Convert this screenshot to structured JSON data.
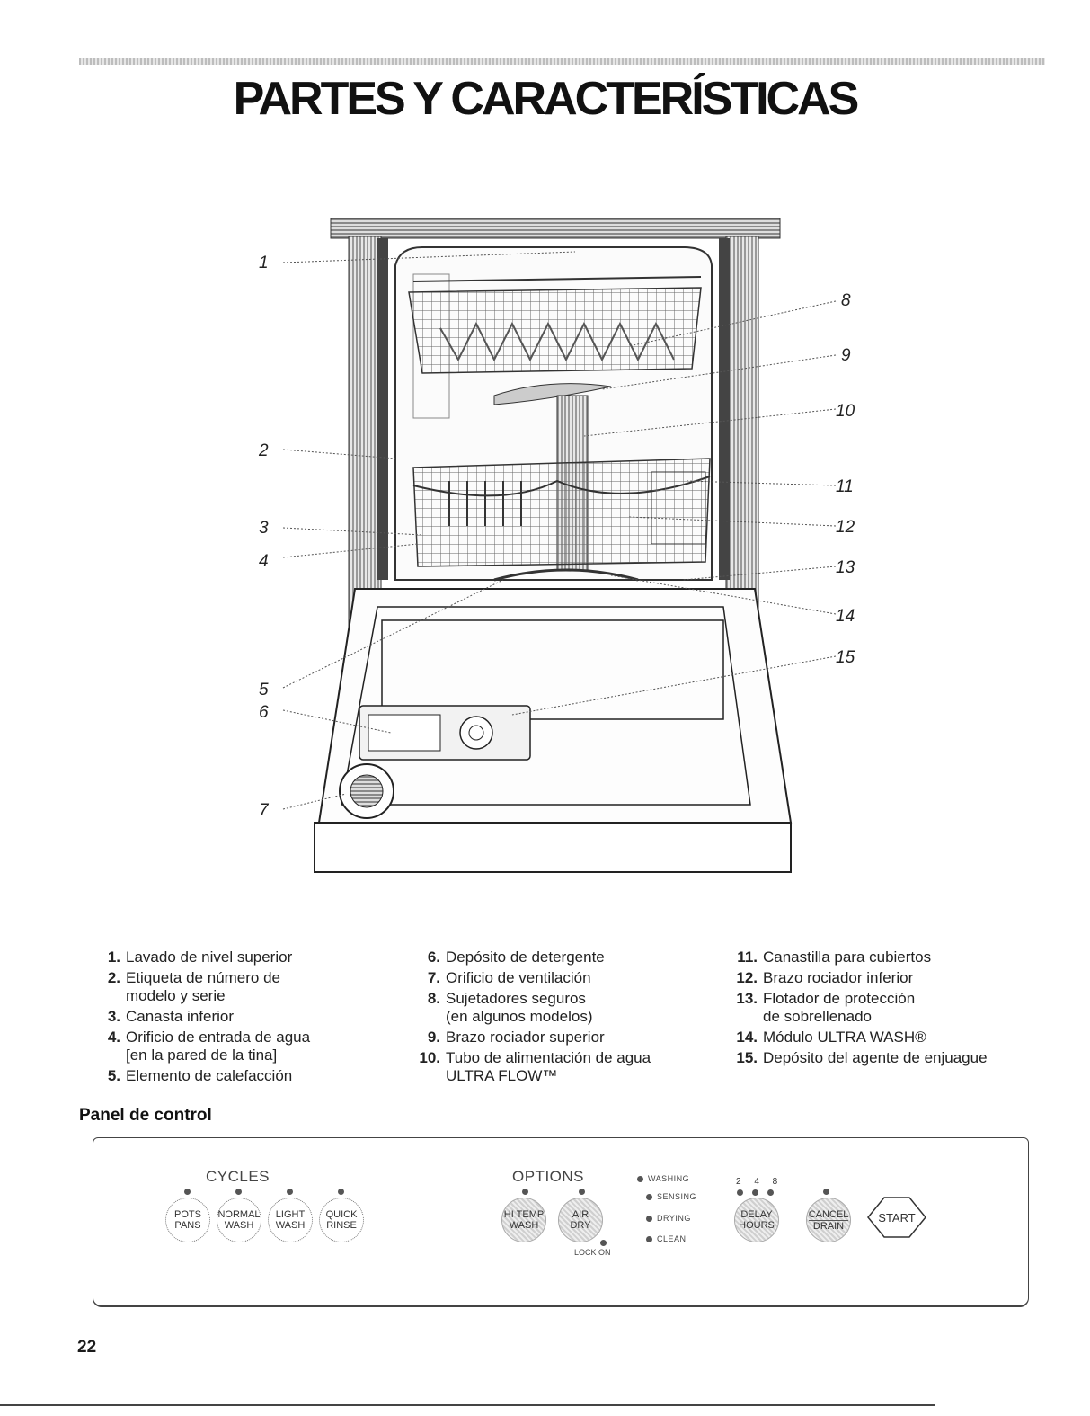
{
  "page": {
    "title": "PARTES Y CARACTERÍSTICAS",
    "page_number": "22"
  },
  "figure": {
    "callouts": [
      "1",
      "2",
      "3",
      "4",
      "5",
      "6",
      "7",
      "8",
      "9",
      "10",
      "11",
      "12",
      "13",
      "14",
      "15"
    ]
  },
  "parts": [
    {
      "num": "1.",
      "lines": [
        "Lavado de nivel superior"
      ]
    },
    {
      "num": "2.",
      "lines": [
        "Etiqueta de número de",
        "modelo y serie"
      ]
    },
    {
      "num": "3.",
      "lines": [
        "Canasta inferior"
      ]
    },
    {
      "num": "4.",
      "lines": [
        "Orificio de entrada de agua",
        "[en la pared de la tina]"
      ]
    },
    {
      "num": "5.",
      "lines": [
        "Elemento de calefacción"
      ]
    },
    {
      "num": "6.",
      "lines": [
        "Depósito de detergente"
      ]
    },
    {
      "num": "7.",
      "lines": [
        "Orificio de ventilación"
      ]
    },
    {
      "num": "8.",
      "lines": [
        "Sujetadores seguros",
        "(en algunos modelos)"
      ]
    },
    {
      "num": "9.",
      "lines": [
        "Brazo rociador superior"
      ]
    },
    {
      "num": "10.",
      "lines": [
        "Tubo de alimentación de agua",
        "ULTRA FLOW™"
      ]
    },
    {
      "num": "11.",
      "lines": [
        "Canastilla para cubiertos"
      ]
    },
    {
      "num": "12.",
      "lines": [
        "Brazo rociador inferior"
      ]
    },
    {
      "num": "13.",
      "lines": [
        "Flotador de protección",
        "de sobrellenado"
      ]
    },
    {
      "num": "14.",
      "lines": [
        "Módulo ULTRA WASH®"
      ]
    },
    {
      "num": "15.",
      "lines": [
        "Depósito del agente de enjuague"
      ]
    }
  ],
  "control_panel": {
    "heading": "Panel de control",
    "cycles_label": "CYCLES",
    "options_label": "OPTIONS",
    "cycle_buttons": [
      {
        "line1": "POTS",
        "line2": "PANS"
      },
      {
        "line1": "NORMAL",
        "line2": "WASH"
      },
      {
        "line1": "LIGHT",
        "line2": "WASH"
      },
      {
        "line1": "QUICK",
        "line2": "RINSE"
      }
    ],
    "option_buttons": [
      {
        "line1": "HI TEMP",
        "line2": "WASH"
      },
      {
        "line1": "AIR",
        "line2": "DRY"
      }
    ],
    "lock_label": "LOCK ON",
    "status_lights": [
      "WASHING",
      "SENSING",
      "DRYING",
      "CLEAN"
    ],
    "delay_hours_values": "2 4 8",
    "delay_button": {
      "line1": "DELAY",
      "line2": "HOURS"
    },
    "cancel_button": {
      "line1": "CANCEL",
      "line2": "DRAIN"
    },
    "start_label": "START"
  }
}
